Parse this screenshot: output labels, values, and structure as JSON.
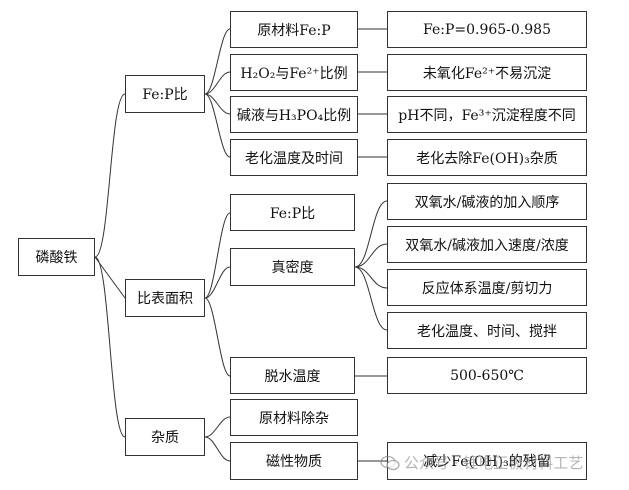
{
  "root": "磷酸铁",
  "branches": [
    {
      "label": "Fe:P比",
      "factors": [
        "原材料Fe:P",
        "H₂O₂与Fe²⁺比例",
        "碱液与H₃PO₄比例",
        "老化温度及时间"
      ],
      "results": [
        "Fe:P=0.965-0.985",
        "未氧化Fe²⁺不易沉淀",
        "pH不同，Fe³⁺沉淀程度不同",
        "老化去除Fe(OH)₃杂质"
      ]
    },
    {
      "label": "比表面积",
      "factors": [
        "Fe:P比",
        "真密度",
        "脱水温度"
      ],
      "results": [
        "双氧水/碱液的加入顺序",
        "双氧水/碱液加入速度/浓度",
        "反应体系温度/剪切力",
        "老化温度、时间、搅拌",
        "500-650℃"
      ]
    },
    {
      "label": "杂质",
      "factors": [
        "原材料除杂",
        "磁性物质"
      ],
      "results": [
        "减少Fe(OH)₃的残留"
      ]
    }
  ],
  "watermark": "公众号 · 锂电正极材料工艺"
}
